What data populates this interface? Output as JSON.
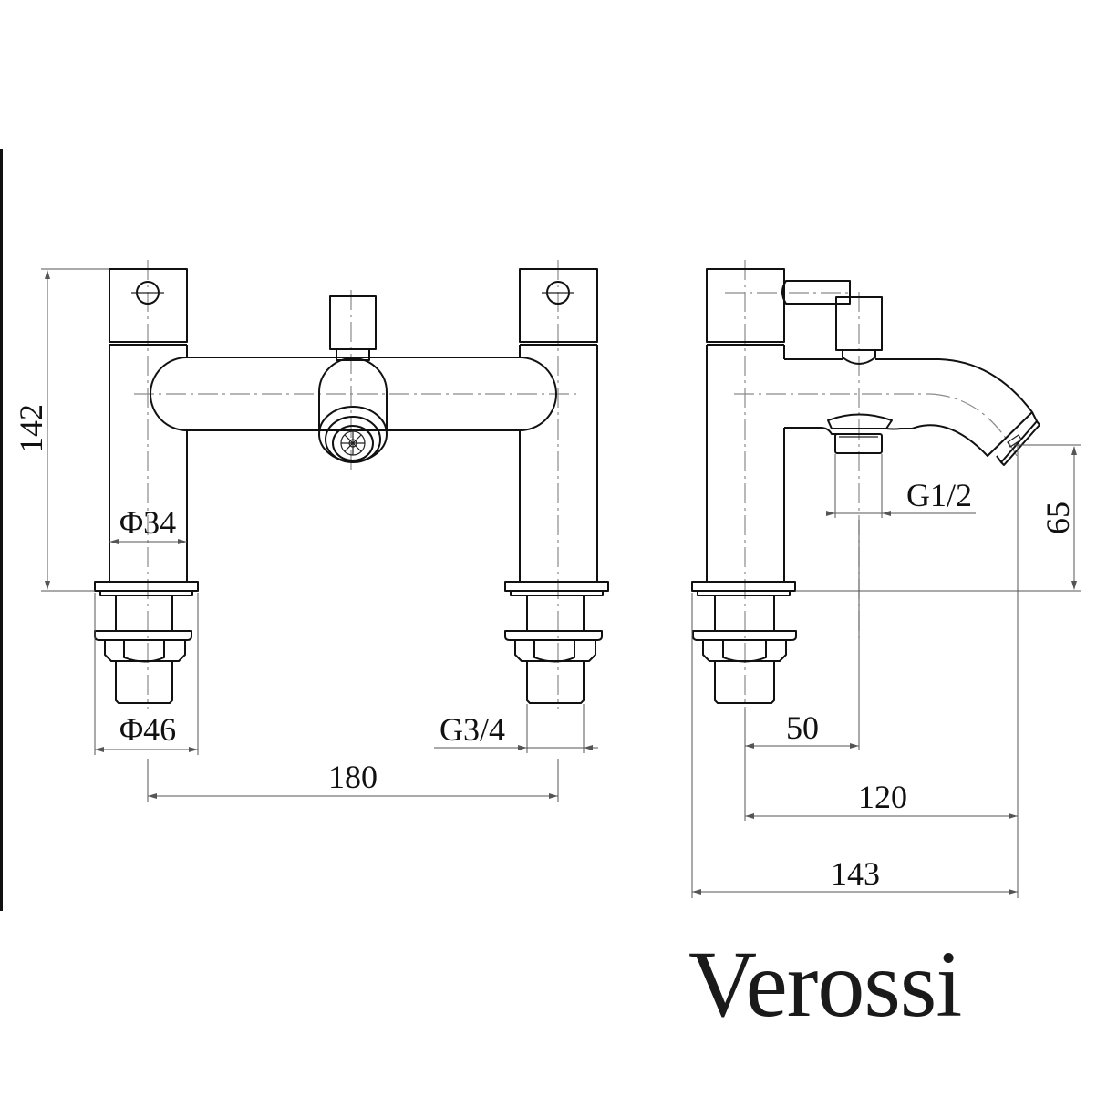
{
  "brand": {
    "name": "Verossi"
  },
  "drawing": {
    "title": "Bath shower mixer tap - technical dimension drawing",
    "views": [
      "front-view",
      "side-view"
    ],
    "units": "mm",
    "line_color": "#111111",
    "dimension_color": "#555555",
    "centerline_color": "#8a8a8a"
  },
  "dimensions": {
    "front": {
      "height": "142",
      "body_diameter": "Φ34",
      "base_diameter": "Φ46",
      "inlet_thread": "G3/4",
      "centres": "180"
    },
    "side": {
      "outlet_thread": "G1/2",
      "spout_height": "65",
      "outlet_offset": "50",
      "spout_reach": "120",
      "overall_depth": "143"
    }
  }
}
